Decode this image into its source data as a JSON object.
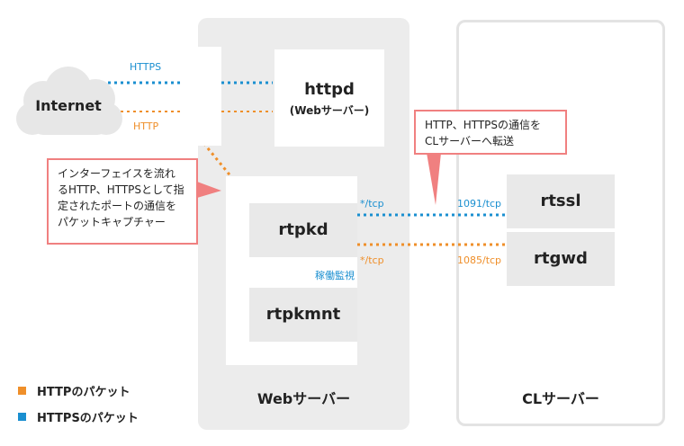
{
  "internet": {
    "label": "Internet"
  },
  "protocols": {
    "https": "HTTPS",
    "http": "HTTP"
  },
  "web_server": {
    "label": "Webサーバー",
    "httpd": {
      "title": "httpd",
      "subtitle": "(Webサーバー)"
    },
    "rtpkd": {
      "title": "rtpkd"
    },
    "rtpkmnt": {
      "title": "rtpkmnt"
    },
    "monitor_label": "稼働監視"
  },
  "cl_server": {
    "label": "CLサーバー",
    "rtssl": {
      "title": "rtssl"
    },
    "rtgwd": {
      "title": "rtgwd"
    }
  },
  "ports": {
    "left_top": "*/tcp",
    "left_bottom": "*/tcp",
    "right_top": "1091/tcp",
    "right_bottom": "1085/tcp"
  },
  "callouts": {
    "left": [
      "インターフェイスを流れ",
      "るHTTP、HTTPSとして指",
      "定されたポートの通信を",
      "パケットキャプチャー"
    ],
    "right": [
      "HTTP、HTTPSの通信を",
      "CLサーバーへ転送"
    ]
  },
  "legend": {
    "http": "HTTPのパケット",
    "https": "HTTPSのパケット"
  },
  "colors": {
    "https": "#1a8fd0",
    "http": "#ef8f2a",
    "callout_border": "#f08080"
  }
}
